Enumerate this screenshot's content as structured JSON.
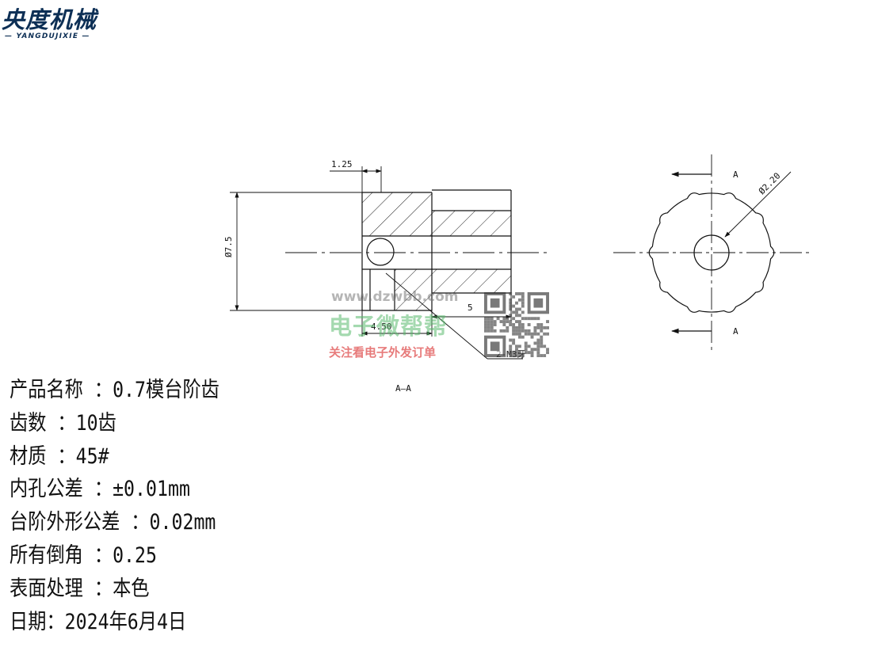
{
  "logo": {
    "title": "央度机械",
    "subtitle": "— YANGDUJIXIE —",
    "color": "#0d2f55"
  },
  "drawing": {
    "dim_width_step": "1.25",
    "dim_diameter_outer": "Ø7.5",
    "dim_length_teeth": "5",
    "dim_length_hole": "4.50",
    "thread_label": "2-M3牙",
    "section_label": "A—A",
    "view_marker_top": "A",
    "view_marker_bottom": "A",
    "dim_diameter_bore": "Ø2.20"
  },
  "watermark": {
    "url": "www.dzwbb.com",
    "name": "电子微帮帮",
    "slogan": "关注看电子外发订单"
  },
  "specs": [
    "产品名称 ：0.7模台阶齿",
    "齿数 ：10齿",
    "材质 ：45#",
    "内孔公差 ：±0.01mm",
    "台阶外形公差 ：0.02mm",
    "所有倒角 ：0.25",
    "表面处理 ：本色",
    "日期：2024年6月4日"
  ]
}
